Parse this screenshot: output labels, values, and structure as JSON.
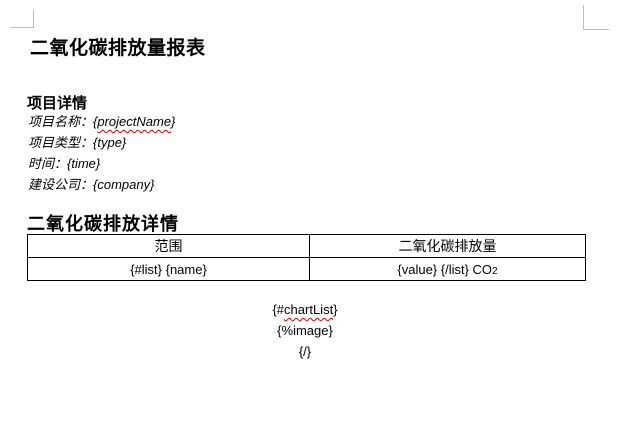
{
  "document": {
    "title": "二氧化碳排放量报表"
  },
  "project_section": {
    "heading": "项目详情",
    "fields": [
      {
        "label": "项目名称：",
        "open": "{",
        "word": "projectName",
        "close": "}"
      },
      {
        "label": "项目类型：",
        "value": "{type}"
      },
      {
        "label": "时间：",
        "value": "{time}"
      },
      {
        "label": "建设公司：",
        "value": "{company}"
      }
    ]
  },
  "emission_section": {
    "heading": "二氧化碳排放详情",
    "table": {
      "col1_header": "范围",
      "col2_header": "二氧化碳排放量",
      "row": {
        "scope": "{#list} {name}",
        "value": "{value} {/list} CO",
        "value_subscript": "2"
      }
    }
  },
  "chart_section": {
    "line1_open": "{#",
    "line1_word": "chartList",
    "line1_close": "}",
    "line2": "{%image}",
    "line3": "{/}"
  },
  "colors": {
    "text": "#000000",
    "spellcheck_squiggle": "#dd0000",
    "crop_mark": "#bfbfbf",
    "table_border": "#000000"
  }
}
